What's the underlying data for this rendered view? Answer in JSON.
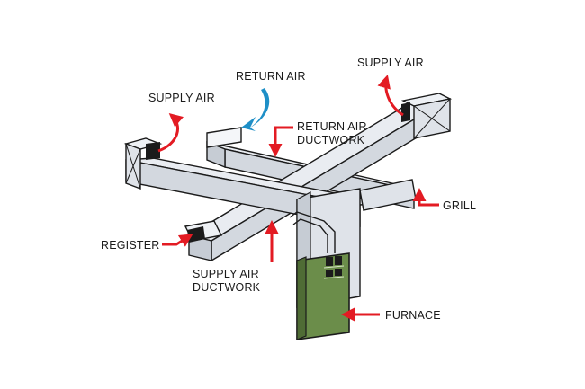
{
  "labels": {
    "supply_air_left": "SUPPLY AIR",
    "return_air": "RETURN AIR",
    "supply_air_right": "SUPPLY AIR",
    "return_duct_line1": "RETURN AIR",
    "return_duct_line2": "DUCTWORK",
    "grill": "GRILL",
    "register": "REGISTER",
    "supply_duct_line1": "SUPPLY AIR",
    "supply_duct_line2": "DUCTWORK",
    "furnace": "FURNACE"
  },
  "colors": {
    "duct_top": "#e9ecf1",
    "duct_side": "#d3d8df",
    "duct_dark": "#bfc5ce",
    "outline": "#1b1b1b",
    "arrow_red": "#e31b23",
    "arrow_blue": "#1e8fc7",
    "furnace": "#6b8d4a",
    "furnace_dark": "#4f6c35"
  }
}
